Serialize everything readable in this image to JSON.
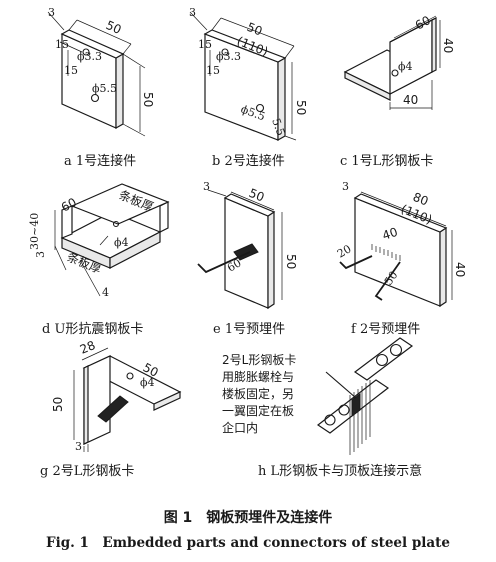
{
  "captions": {
    "a": "a 1号连接件",
    "b": "b 2号连接件",
    "c": "c 1号L形钢板卡",
    "d": "d U形抗震钢板卡",
    "e": "e 1号预埋件",
    "f": "f 2号预埋件",
    "g": "g 2号L形钢板卡",
    "h": "h L形钢板卡与顶板连接示意"
  },
  "dims": {
    "a": {
      "top": "50",
      "side": "50",
      "t": "3",
      "d1": "ϕ3.3",
      "d2": "ϕ5.5",
      "e1": "15",
      "e2": "15"
    },
    "b": {
      "top": "50",
      "top2": "(110)",
      "side": "50",
      "t": "3",
      "d1": "ϕ3.3",
      "d2": "ϕ5.5",
      "d3": "5.5",
      "e1": "15",
      "e2": "15"
    },
    "c": {
      "top": "60",
      "side": "40",
      "bottom": "40",
      "hole": "ϕ4"
    },
    "d": {
      "w": "60",
      "h": "30~40",
      "t": "3",
      "t2": "4",
      "hole": "ϕ4",
      "lbl1": "条板厚",
      "lbl2": "条板厚"
    },
    "e": {
      "top": "50",
      "side": "50",
      "t": "3",
      "bar": "60"
    },
    "f": {
      "top": "80",
      "top2": "(110)",
      "mid": "40",
      "side": "40",
      "bar1": "20",
      "bar2": "50",
      "t": "3"
    },
    "g": {
      "top": "50",
      "left": "28",
      "side": "50",
      "t": "3",
      "hole": "ϕ4"
    }
  },
  "note": "2号L形钢板卡\n用膨胀螺栓与\n楼板固定，另\n一翼固定在板\n企口内",
  "figure_title": "图 1　钢板预埋件及连接件",
  "figure_title_en": "Fig. 1　Embedded parts and connectors of steel plate"
}
